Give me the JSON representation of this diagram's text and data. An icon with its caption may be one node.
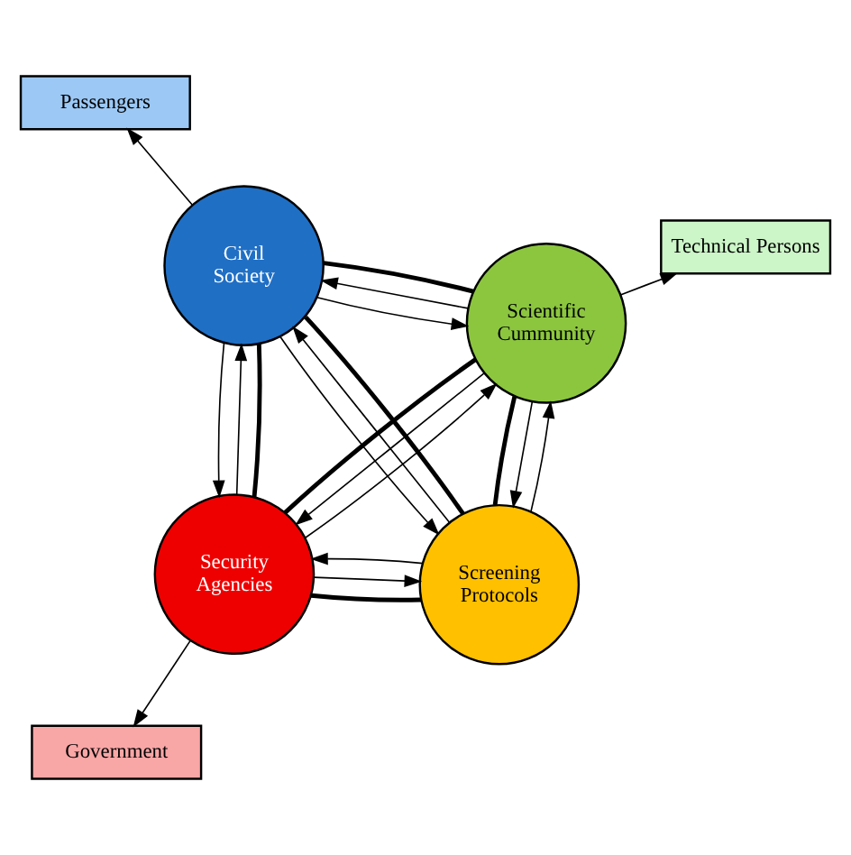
{
  "diagram": {
    "nodes": [
      {
        "text": [
          "Civil Society"
        ]
      },
      {
        "text": [
          "Passengers"
        ]
      },
      {
        "text": [
          "Screening Protocols"
        ]
      },
      {
        "text": [
          "Security Agencies"
        ]
      },
      {
        "text": [
          "Scientific Cummunity"
        ]
      },
      {
        "text": [
          "Government"
        ]
      },
      {
        "text": [
          "Technical Persons"
        ]
      }
    ],
    "edges": [
      {
        "from": 0,
        "to": 3,
        "arrow": "none",
        "style": "thick"
      },
      {
        "from": 0,
        "to": 4,
        "arrow": "none",
        "style": "thick"
      },
      {
        "from": 3,
        "to": 4,
        "arrow": "none",
        "style": "thick"
      },
      {
        "from": 0,
        "to": 2,
        "arrow": "none",
        "style": "thick"
      },
      {
        "from": 2,
        "to": 3,
        "arrow": "none",
        "style": "thick"
      },
      {
        "from": 2,
        "to": 4,
        "arrow": "none",
        "style": "thick"
      },
      {
        "from": 3,
        "to": 0,
        "arrow": "to"
      },
      {
        "from": 0,
        "to": 3,
        "arrow": "to"
      },
      {
        "from": 4,
        "to": 0,
        "arrow": "to"
      },
      {
        "from": 0,
        "to": 4,
        "arrow": "to"
      },
      {
        "from": 2,
        "to": 0,
        "arrow": "to"
      },
      {
        "from": 0,
        "to": 2,
        "arrow": "to"
      },
      {
        "from": 3,
        "to": 2,
        "arrow": "to"
      },
      {
        "from": 2,
        "to": 3,
        "arrow": "to"
      },
      {
        "from": 4,
        "to": 2,
        "arrow": "to"
      },
      {
        "from": 2,
        "to": 4,
        "arrow": "to"
      },
      {
        "from": 3,
        "to": 4,
        "arrow": "to"
      },
      {
        "from": 4,
        "to": 3,
        "arrow": "to"
      },
      {
        "from": 0,
        "to": 1,
        "arrow": "to"
      },
      {
        "from": 3,
        "to": 5,
        "arrow": "to"
      },
      {
        "from": 4,
        "to": 6,
        "arrow": "to"
      }
    ]
  }
}
